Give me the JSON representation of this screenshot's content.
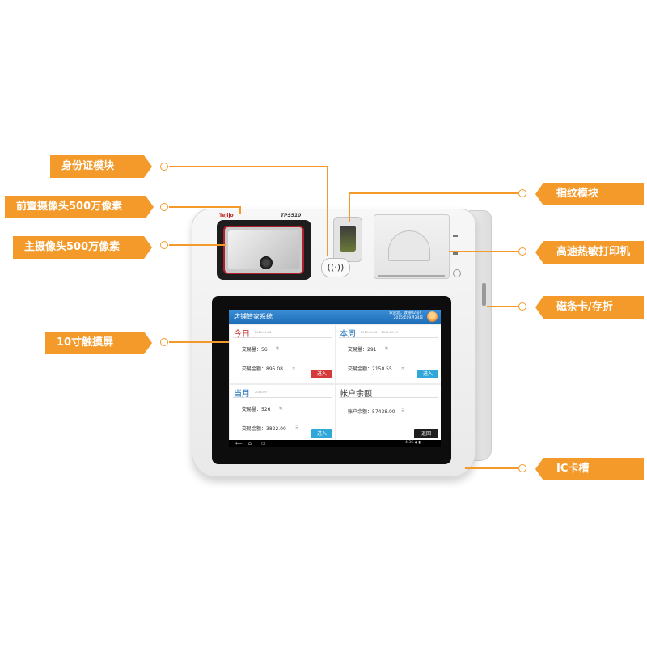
{
  "callouts": {
    "id_module": "身份证模块",
    "front_camera": "前置摄像头500万像素",
    "main_camera": "主摄像头500万像素",
    "touchscreen": "10寸触摸屏",
    "fingerprint": "指纹模块",
    "printer": "高速热敏打印机",
    "magcard": "磁条卡/存折",
    "ic_slot": "IC卡槽"
  },
  "device": {
    "brand": "Tejijo",
    "model": "TPS510",
    "nfc_symbol": "((·))"
  },
  "screen": {
    "app_title": "店铺管家系统",
    "welcome_line1": "欢迎您，收银02号！",
    "welcome_line2": "2015年09月24日",
    "cards": {
      "today": {
        "title": "今日",
        "date": "2015-09-08",
        "volume_label": "交易量：56",
        "volume_unit": "笔",
        "amount_label": "交易金额：895.08",
        "amount_unit": "元",
        "button": "进入"
      },
      "week": {
        "title": "本周",
        "date": "2015-09-06 ~ 2015-09-13",
        "volume_label": "交易量：291",
        "volume_unit": "笔",
        "amount_label": "交易金额：2150.55",
        "amount_unit": "元",
        "button": "进入"
      },
      "month": {
        "title": "当月",
        "date": "2015-09",
        "volume_label": "交易量：526",
        "volume_unit": "笔",
        "amount_label": "交易金额：3822.00",
        "amount_unit": "元",
        "button": "进入"
      },
      "account": {
        "title": "帐户余额",
        "balance_label": "账户余额：57438.00",
        "balance_unit": "元",
        "button": "退回"
      }
    },
    "nav": {
      "back": "⟵",
      "home": "⌂",
      "recent": "▭",
      "status": "4:36 ◆ ▮"
    }
  },
  "colors": {
    "accent": "#f39a2b",
    "screen_header": "#1e6fb8",
    "enter_red": "#d43a3a",
    "enter_teal": "#2fa7d9"
  }
}
